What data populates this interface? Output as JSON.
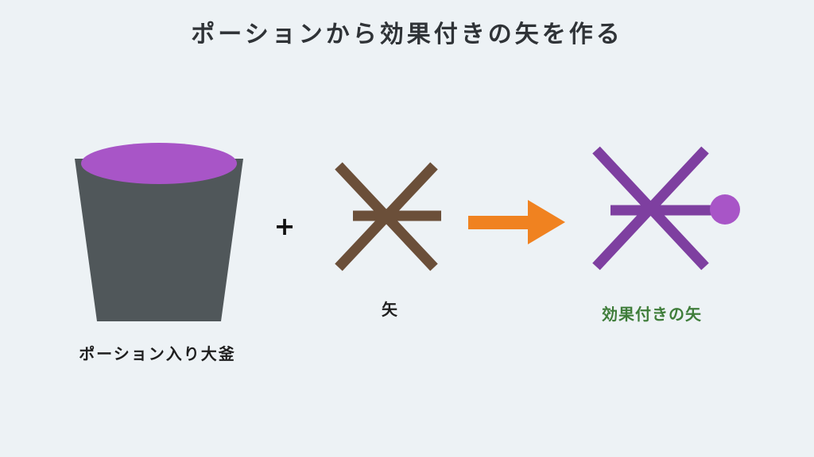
{
  "title": "ポーションから効果付きの矢を作る",
  "plus_symbol": "+",
  "items": {
    "cauldron": {
      "label": "ポーション入り大釜"
    },
    "arrow": {
      "label": "矢"
    },
    "result": {
      "label": "効果付きの矢"
    }
  },
  "colors": {
    "background": "#edf2f5",
    "cauldron_body": "#50575a",
    "potion": "#a855c7",
    "arrow_brown": "#6b4f39",
    "flow_arrow": "#f08220",
    "tipped_arrow": "#7e3fa0",
    "result_label": "#3f7d3a"
  }
}
